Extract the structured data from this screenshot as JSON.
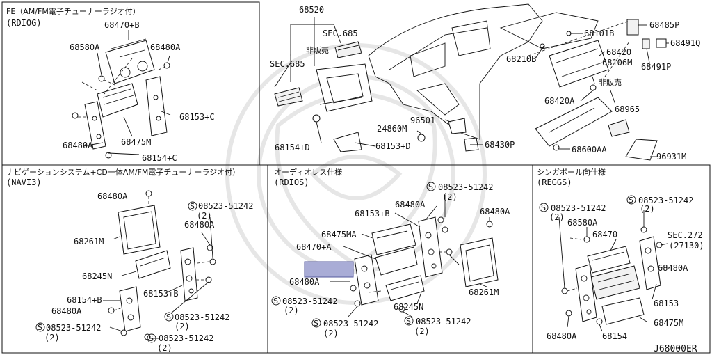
{
  "panels": {
    "fe": {
      "title": "FE（AM/FM電子チューナーラジオ付）",
      "code": "(RDIOG)"
    },
    "navi": {
      "title": "ナビゲーションシステム+CD一体AM/FM電子チューナーラジオ付）",
      "code": "(NAVI3)"
    },
    "audio": {
      "title": "オーディオレス仕様",
      "code": "(RDIOS)"
    },
    "singapore": {
      "title": "シンガポール向仕様",
      "code": "(REGGS)"
    }
  },
  "labels": {
    "fe": {
      "p68470b": "68470+B",
      "p68580a": "68580A",
      "p68480a_top": "68480A",
      "p68153c": "68153+C",
      "p68475m": "68475M",
      "p68480a_left": "68480A",
      "p68154c": "68154+C"
    },
    "main": {
      "p68520": "68520",
      "sec685_a": "SEC.685",
      "hihanbai_a": "非販売",
      "sec685_b": "SEC.685",
      "p68154d": "68154+D",
      "p68153d": "68153+D",
      "p96501": "96501",
      "p24860m": "24860M",
      "p68430p": "68430P",
      "p68101b": "68101B",
      "p68210b": "68210B",
      "p68420": "68420",
      "p68106m": "68106M",
      "hihanbai_b": "非販売",
      "p68420a": "68420A",
      "p68965": "68965",
      "p68600aa": "68600AA",
      "p96931m": "96931M",
      "p68485p": "68485P",
      "p68491q": "68491Q",
      "p68491p": "68491P"
    },
    "navi": {
      "p68480a_top": "68480A",
      "s08523_top": "08523-51242",
      "qty_top": "(2)",
      "p68480a_mid": "68480A",
      "p68261m": "68261M",
      "p68245n": "68245N",
      "p68154b": "68154+B",
      "p68153b": "68153+B",
      "p68480a_left": "68480A",
      "s08523_left": "08523-51242",
      "qty_left": "(2)",
      "s08523_right": "08523-51242",
      "qty_right": "(2)",
      "s08523_bot": "08523-51242",
      "qty_bot": "(2)"
    },
    "audio": {
      "s08523_top": "08523-51242",
      "qty_top": "(2)",
      "p68480a_a": "68480A",
      "p68153b": "68153+B",
      "p68480a_b": "68480A",
      "p68475ma": "68475MA",
      "p68470a": "68470+A",
      "p68480a_c": "68480A",
      "s08523_left": "08523-51242",
      "qty_left": "(2)",
      "p68245n": "68245N",
      "p68261m": "68261M",
      "s08523_bot": "08523-51242",
      "qty_bot": "(2)",
      "s08523_br": "08523-51242",
      "qty_br": "(2)"
    },
    "singapore": {
      "s08523_l": "08523-51242",
      "qty_l": "(2)",
      "s08523_r": "08523-51242",
      "qty_r": "(2)",
      "p68580a": "68580A",
      "p68470": "68470",
      "sec272": "SEC.272",
      "sec272_sub": "(27130)",
      "p68480a_r": "68480A",
      "p68153": "68153",
      "p68475m": "68475M",
      "p68480a_l": "68480A",
      "p68154": "68154"
    }
  },
  "screw_symbol": "S",
  "diagram_code": "J68000ER"
}
